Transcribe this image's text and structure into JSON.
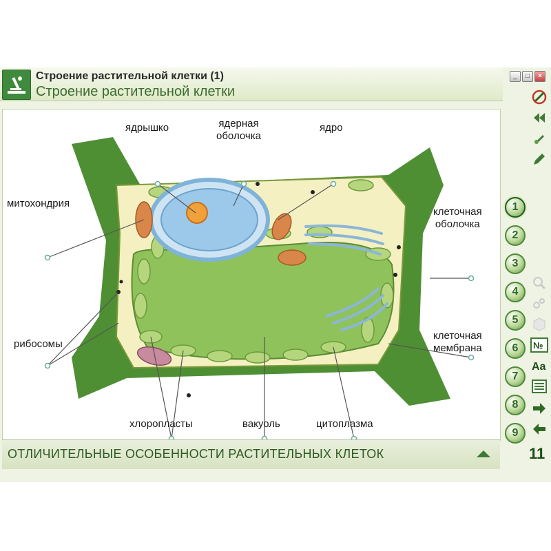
{
  "window": {
    "title_small": "Строение растительной клетки (1)",
    "title_large": "Строение растительной клетки",
    "controls": [
      "_",
      "□",
      "×"
    ]
  },
  "diagram": {
    "labels": {
      "nucleolus": "ядрышко",
      "nuclear_envelope": "ядерная\nоболочка",
      "nucleus": "ядро",
      "mitochondria": "митохондрия",
      "cell_wall": "клеточная\nоболочка",
      "ribosomes": "рибосомы",
      "cell_membrane": "клеточная\nмембрана",
      "chloroplasts": "хлоропласты",
      "vacuole": "вакуоль",
      "cytoplasm": "цитоплазма"
    }
  },
  "footer": {
    "text": "ОТЛИЧИТЕЛЬНЫЕ ОСОБЕННОСТИ РАСТИТЕЛЬНЫХ КЛЕТОК"
  },
  "nav": {
    "steps": [
      "1",
      "2",
      "3",
      "4",
      "5",
      "6",
      "7",
      "8",
      "9"
    ],
    "active_step": "1",
    "page_number": "11"
  },
  "sidebar_tools": [
    "no-pen-icon",
    "rewind-icon",
    "marker-icon",
    "pencil-icon",
    "zoom-in-icon",
    "zoom-out-icon",
    "cube-icon",
    "number-sign-icon",
    "font-icon",
    "list-icon",
    "next-arrow-icon",
    "back-arrow-icon"
  ],
  "colors": {
    "accent": "#3f8a3c",
    "cell_wall": "#4f8f34",
    "cytoplasm": "#f6f1c4",
    "vacuole": "#8fc25a",
    "membrane": "#7fb3d8"
  }
}
